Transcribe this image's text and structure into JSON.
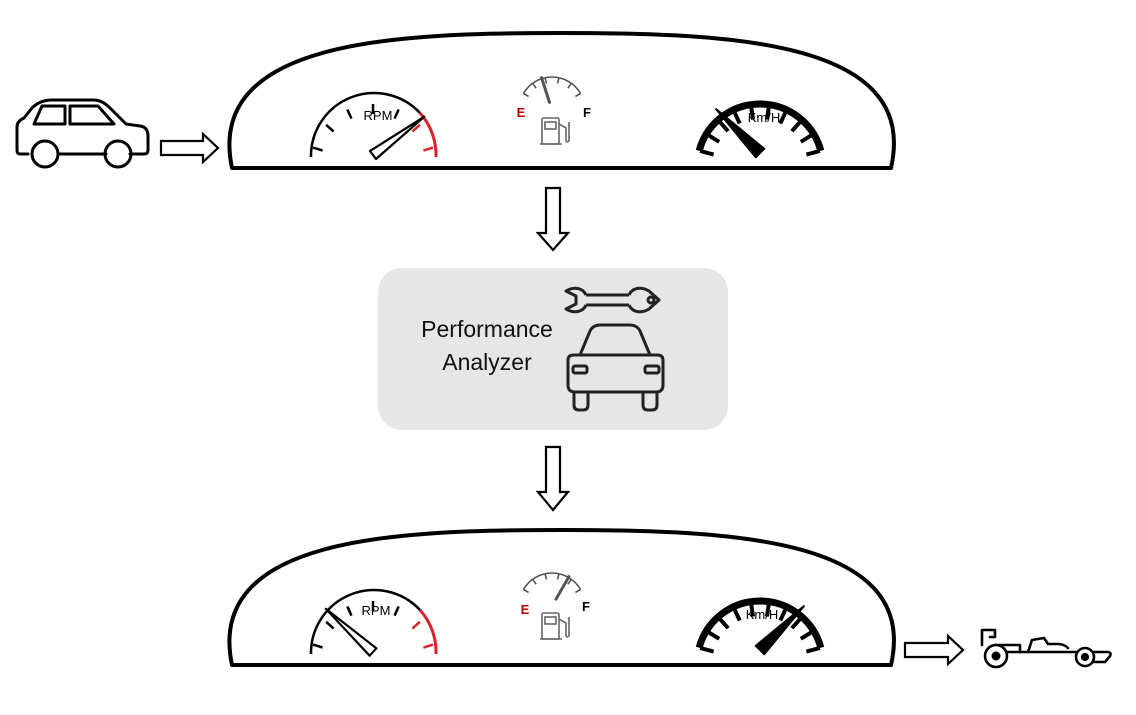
{
  "colors": {
    "redline": "#d8232a",
    "fuel_empty": "#c00000",
    "analyzer_box": "#e6e6e6",
    "stroke": "#000000"
  },
  "dashboards": [
    {
      "name": "before",
      "rpm_label": "RPM",
      "speed_label": "Km/H",
      "fuel_empty_label": "E",
      "fuel_full_label": "F",
      "rpm_level": 0.87,
      "speed_level": 0.2,
      "fuel_level": 0.35
    },
    {
      "name": "after",
      "rpm_label": "RPM",
      "speed_label": "Km/H",
      "fuel_empty_label": "E",
      "fuel_full_label": "F",
      "rpm_level": 0.17,
      "speed_level": 0.8,
      "fuel_level": 0.75
    }
  ],
  "analyzer": {
    "line1": "Performance",
    "line2": "Analyzer",
    "icons": [
      "wrench-icon",
      "car-front-icon"
    ]
  },
  "input_icon": "hatchback-car-icon",
  "output_icon": "race-car-icon"
}
